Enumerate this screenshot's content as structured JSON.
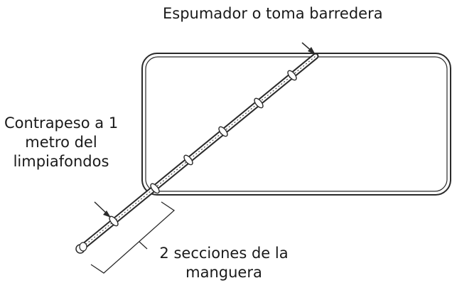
{
  "labels": {
    "skimmer": "Espumador o toma barredera",
    "counterweight": [
      "Contrapeso a 1",
      "metro del",
      "limpiafondos"
    ],
    "sections": [
      "2 secciones de la",
      "manguera"
    ]
  },
  "colors": {
    "line": "#2a2a2a",
    "hose": "#3a3a3a",
    "background": "#ffffff"
  }
}
